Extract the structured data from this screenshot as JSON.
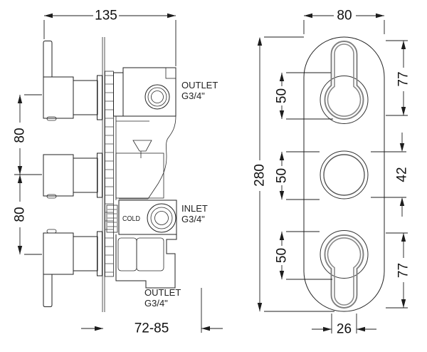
{
  "side_view": {
    "width_dim": "135",
    "gap_top_dim": "80",
    "gap_bottom_dim": "80",
    "depth_dim": "72-85",
    "cold_label": "COLD",
    "outlet_top": {
      "line1": "OUTLET",
      "line2": "G3/4\""
    },
    "inlet": {
      "line1": "INLET",
      "line2": "G3/4\""
    },
    "outlet_bottom": {
      "line1": "OUTLET",
      "line2": "G3/4\""
    }
  },
  "front_view": {
    "width_dim": "80",
    "height_dim": "280",
    "gap_dims": [
      "50",
      "50",
      "50"
    ],
    "top_edge_dim": "77",
    "center_dim": "42",
    "bottom_edge_dim": "77",
    "slot_width_dim": "26"
  },
  "colors": {
    "line": "#222222",
    "keyhole_gray": "#7f7f7f",
    "background": "#ffffff"
  }
}
